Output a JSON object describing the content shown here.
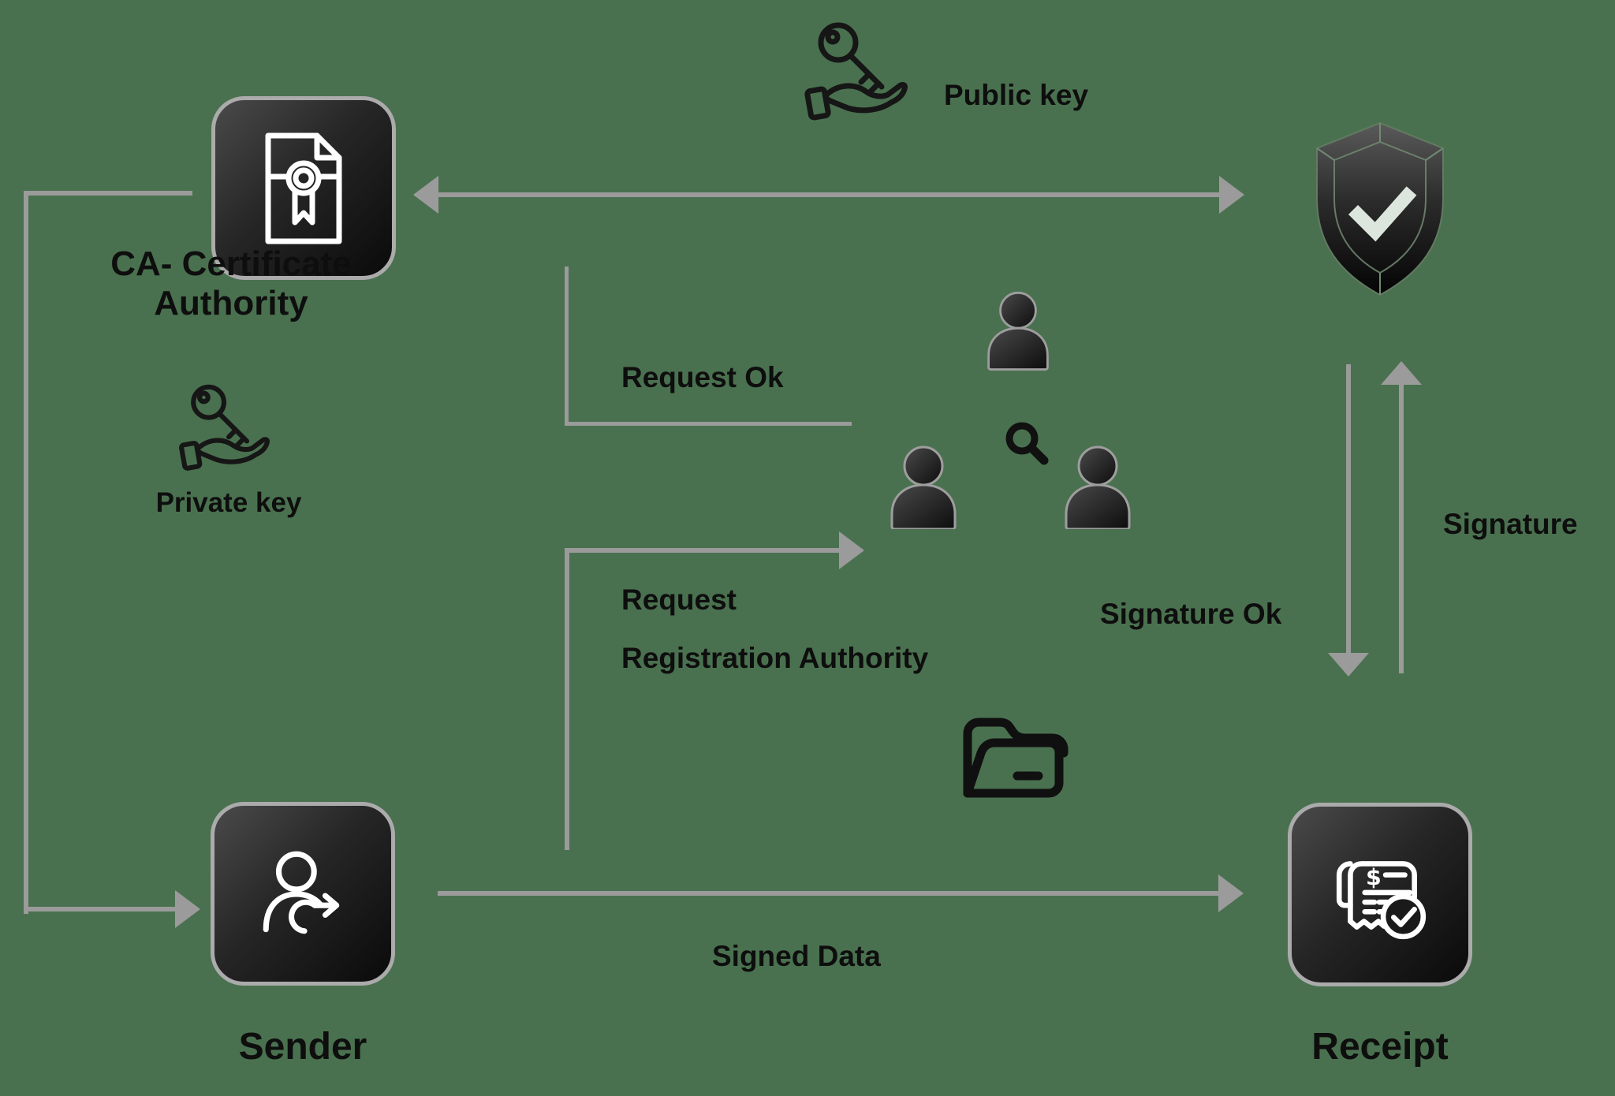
{
  "diagram": {
    "background": "#4a714f",
    "line_color": "#9b9b9b",
    "text_color": "#0e0e0e",
    "node_border_color": "#ababab"
  },
  "nodes": {
    "ca": {
      "line1": "CA- Certificate",
      "line2": "Authority",
      "icon": "certificate-icon"
    },
    "sender": {
      "label": "Sender",
      "icon": "user-send-icon"
    },
    "receipt": {
      "label": "Receipt",
      "icon": "receipt-check-icon",
      "currency_symbol": "$"
    },
    "verification_shield": {
      "icon": "shield-check-icon"
    },
    "registration_authority": {
      "icon": "people-group-icon"
    },
    "document_folder": {
      "icon": "open-folder-icon"
    }
  },
  "labels": {
    "public_key": "Public key",
    "private_key": "Private key",
    "request_ok": "Request Ok",
    "request": "Request",
    "registration_authority": "Registration Authority",
    "signature": "Signature",
    "signature_ok": "Signature Ok",
    "signed_data": "Signed Data"
  }
}
